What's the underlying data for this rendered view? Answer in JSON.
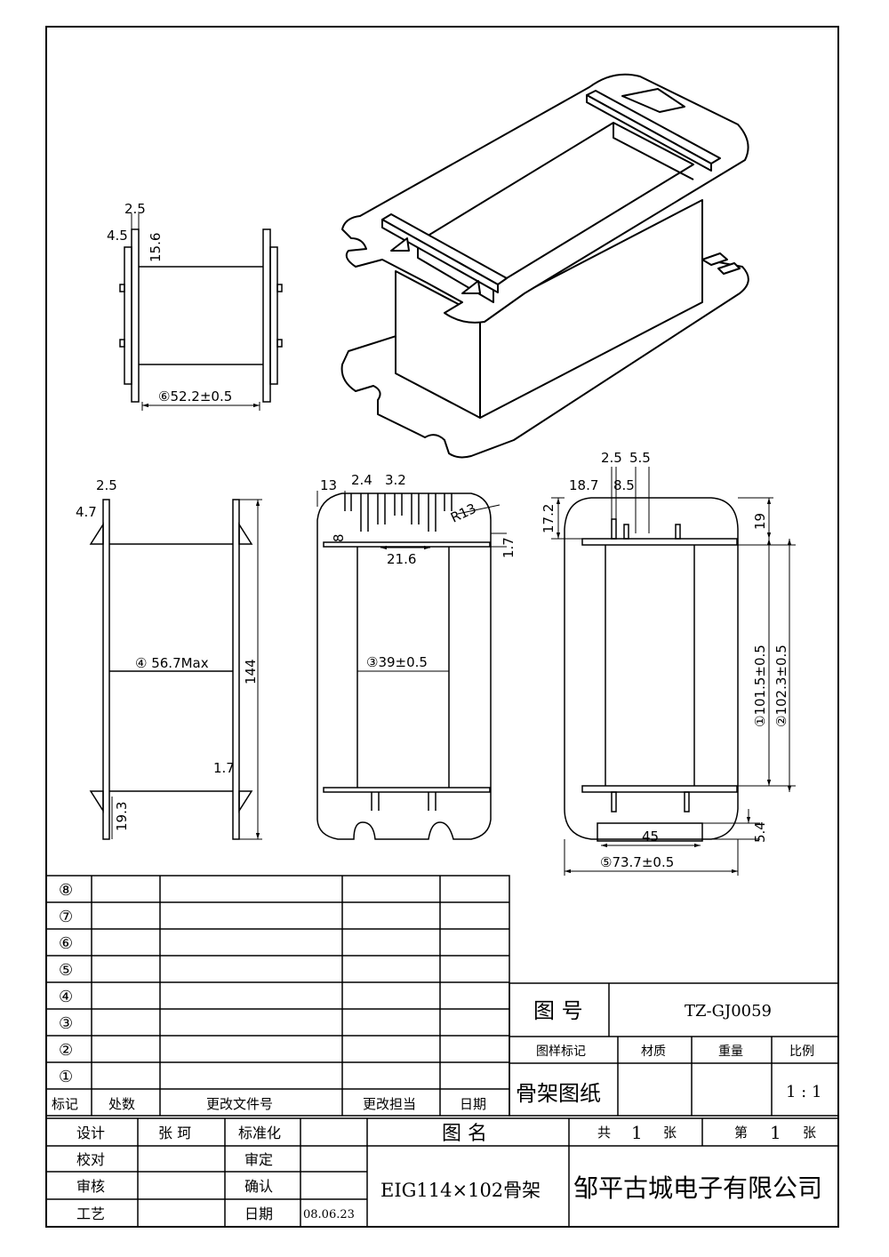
{
  "views": {
    "side": {
      "dim_slot_w": "2.5",
      "dim_flange_t": "4.5",
      "dim_flange_h": "15.6",
      "dim_width": "⑥52.2±0.5"
    },
    "front": {
      "dim_top_slot": "2.5",
      "dim_flange": "4.7",
      "dim_core": "④ 56.7Max",
      "dim_height": "144",
      "dim_lip": "1.7",
      "dim_bottom": "19.3"
    },
    "middle": {
      "dim_13": "13",
      "dim_24": "2.4",
      "dim_32": "3.2",
      "dim_r13": "R13",
      "dim_8": "8",
      "dim_216": "21.6",
      "dim_17": "1.7",
      "dim_window": "③39±0.5"
    },
    "right": {
      "dim_25": "2.5",
      "dim_55": "5.5",
      "dim_187": "18.7",
      "dim_85": "8.5",
      "dim_172": "17.2",
      "dim_19": "19",
      "dim_1015": "①101.5±0.5",
      "dim_1023": "②102.3±0.5",
      "dim_45": "45",
      "dim_54": "5.4",
      "dim_737": "⑤73.7±0.5"
    }
  },
  "revision_table": {
    "row_marks": [
      "⑧",
      "⑦",
      "⑥",
      "⑤",
      "④",
      "③",
      "②",
      "①"
    ],
    "headers": [
      "标记",
      "处数",
      "更改文件号",
      "更改担当",
      "日期"
    ]
  },
  "title_block": {
    "drawing_no_label": "图 号",
    "drawing_no": "TZ-GJ0059",
    "mark_label": "图样标记",
    "material_label": "材质",
    "weight_label": "重量",
    "scale_label": "比例",
    "drawing_type": "骨架图纸",
    "scale": "1 : 1",
    "design_label": "设计",
    "designer": "张 珂",
    "standard_label": "标准化",
    "check_label": "校对",
    "review_label": "审定",
    "audit_label": "审核",
    "confirm_label": "确认",
    "process_label": "工艺",
    "date_label": "日期",
    "date": "08.06.23",
    "name_label": "图 名",
    "total_label": "共",
    "total": "1",
    "sheet_unit": "张",
    "page_label": "第",
    "page": "1",
    "part_name": "EIG114×102骨架",
    "company": "邹平古城电子有限公司"
  }
}
